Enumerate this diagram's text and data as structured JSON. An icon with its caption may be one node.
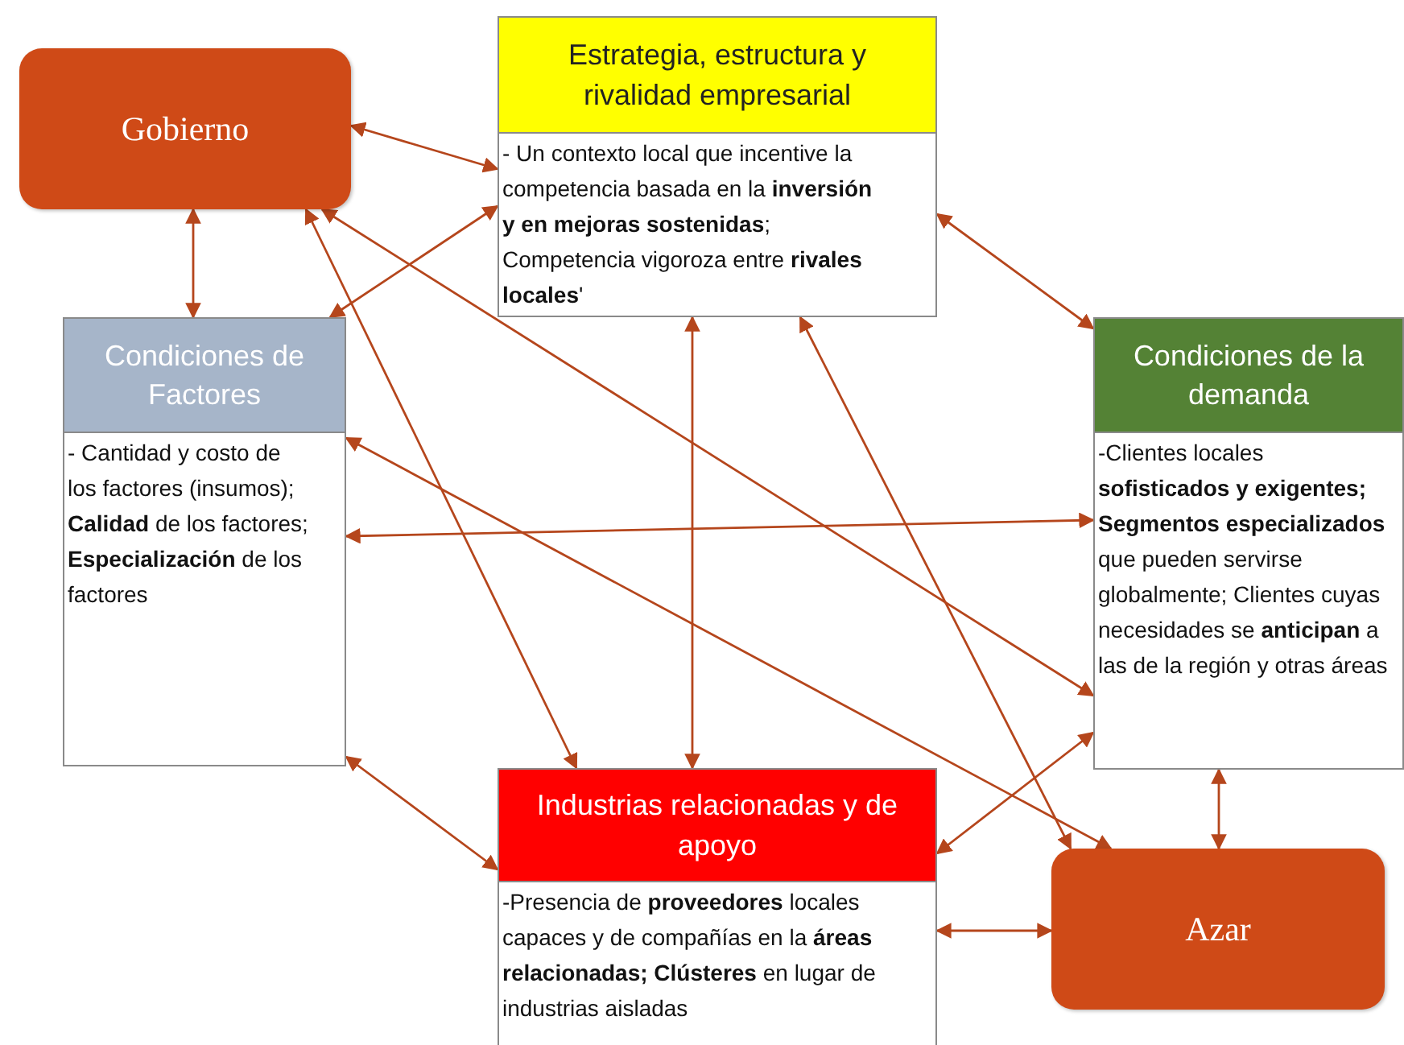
{
  "diagram": {
    "nodes": [
      {
        "text": [
          "Gobierno"
        ]
      },
      {
        "text": [
          "Estrategia, estructura y rivalidad empresarial",
          "- Un contexto local que incentive la competencia basada en la **inversión y en mejoras sostenidas**; Competencia vigoroza entre **rivales locales**'"
        ]
      },
      {
        "text": [
          "Condiciones de Factores",
          "- Cantidad y costo de los factores (insumos); **Calidad** de los factores; **Especialización** de los factores"
        ]
      },
      {
        "text": [
          "Condiciones de la demanda",
          "-Clientes locales **sofisticados y exigentes; Segmentos especializados** que pueden servirse globalmente; Clientes cuyas necesidades se **anticipan** a las de la región y otras áreas"
        ]
      },
      {
        "text": [
          "Industrias relacionadas y de apoyo",
          "-Presencia de **proveedores** locales capaces y de compañías en la **áreas relacionadas; Clústeres** en lugar de industrias aisladas"
        ]
      },
      {
        "text": [
          "Azar"
        ]
      }
    ],
    "edges": [
      {
        "from": 0,
        "to": 1,
        "arrow": "both"
      },
      {
        "from": 0,
        "to": 2,
        "arrow": "both"
      },
      {
        "from": 1,
        "to": 2,
        "arrow": "both"
      },
      {
        "from": 0,
        "to": 4,
        "arrow": "both"
      },
      {
        "from": 0,
        "to": 3,
        "arrow": "both"
      },
      {
        "from": 1,
        "to": 3,
        "arrow": "both"
      },
      {
        "from": 1,
        "to": 4,
        "arrow": "both"
      },
      {
        "from": 1,
        "to": 5,
        "arrow": "both"
      },
      {
        "from": 2,
        "to": 3,
        "arrow": "both"
      },
      {
        "from": 2,
        "to": 5,
        "arrow": "both"
      },
      {
        "from": 2,
        "to": 4,
        "arrow": "both"
      },
      {
        "from": 4,
        "to": 3,
        "arrow": "both"
      },
      {
        "from": 4,
        "to": 5,
        "arrow": "both"
      },
      {
        "from": 3,
        "to": 5,
        "arrow": "both"
      }
    ]
  }
}
